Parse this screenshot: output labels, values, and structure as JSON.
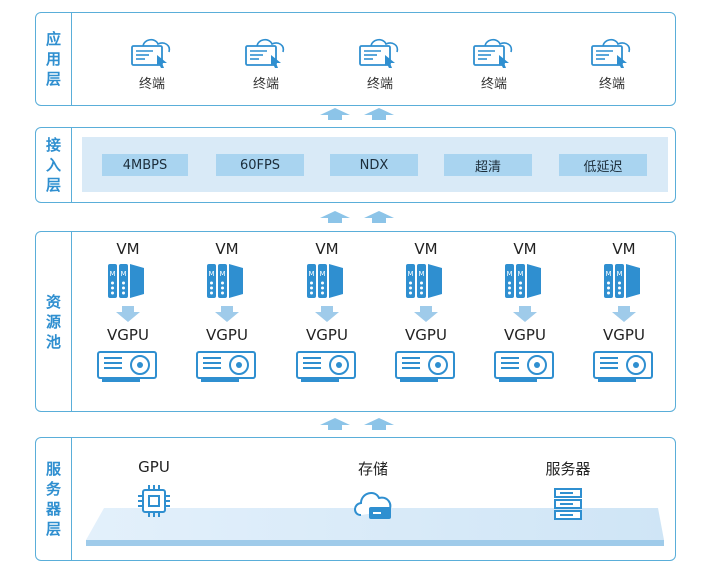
{
  "layers": {
    "app": {
      "label_chars": [
        "应",
        "用",
        "层"
      ],
      "terminals": [
        "终端",
        "终端",
        "终端",
        "终端",
        "终端"
      ]
    },
    "access": {
      "label_chars": [
        "接",
        "入",
        "层"
      ],
      "items": [
        "4MBPS",
        "60FPS",
        "NDX",
        "超清",
        "低延迟"
      ]
    },
    "pool": {
      "label_chars": [
        "资",
        "源",
        "池"
      ],
      "columns": [
        {
          "vm": "VM",
          "gpu": "VGPU"
        },
        {
          "vm": "VM",
          "gpu": "VGPU"
        },
        {
          "vm": "VM",
          "gpu": "VGPU"
        },
        {
          "vm": "VM",
          "gpu": "VGPU"
        },
        {
          "vm": "VM",
          "gpu": "VGPU"
        },
        {
          "vm": "VM",
          "gpu": "VGPU"
        }
      ],
      "badge": "M"
    },
    "server": {
      "label_chars": [
        "服",
        "务",
        "器",
        "层"
      ],
      "items": [
        "GPU",
        "存储",
        "服务器"
      ]
    }
  },
  "colors": {
    "border": "#5aaed9",
    "accent": "#2f8fd0",
    "band": "#d9eaf7",
    "chip": "#a9d4f0",
    "arrow": "#8cc4e8"
  },
  "icons": {
    "terminal": "cloud-monitor-icon",
    "vm": "vm-server-icon",
    "gpu": "graphics-card-icon",
    "cpu": "chip-icon",
    "storage": "cloud-storage-icon",
    "server": "server-stack-icon"
  }
}
